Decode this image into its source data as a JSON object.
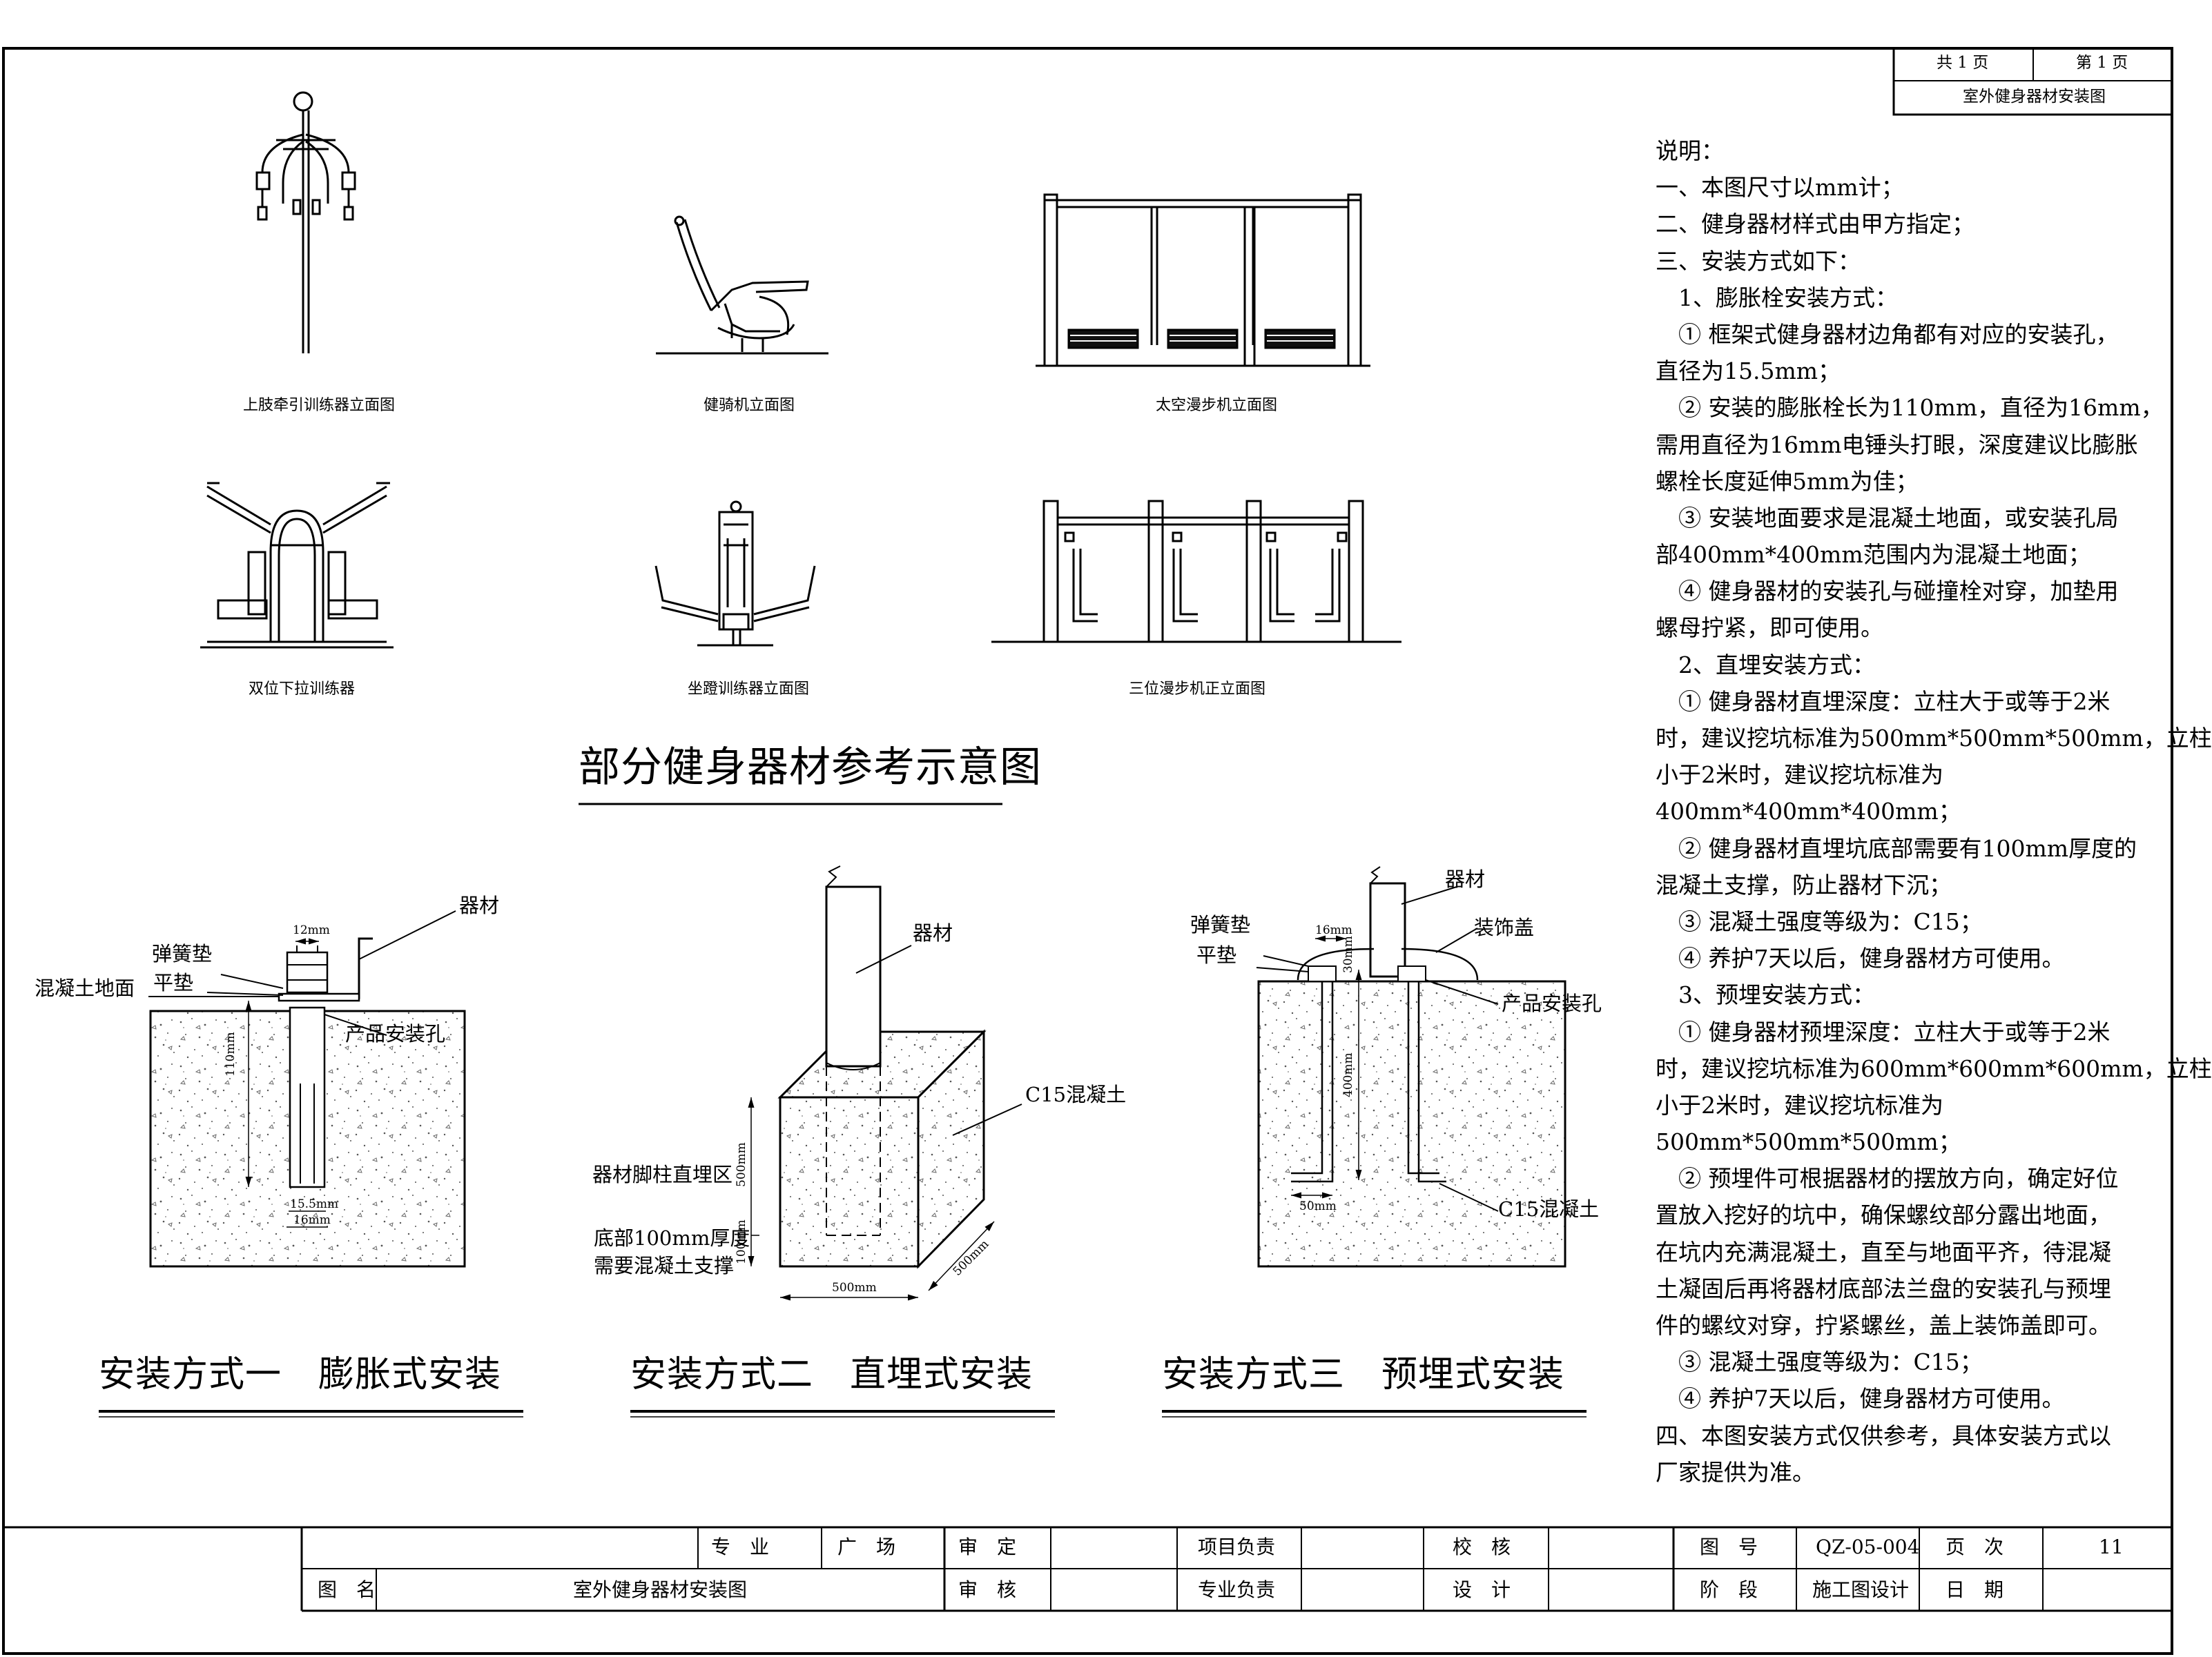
{
  "sheet_info": {
    "total_pages": "共 1 页",
    "page_no": "第 1 页",
    "drawing_title": "室外健身器材安装图"
  },
  "equipment": {
    "captions": [
      "上肢牵引训练器立面图",
      "健骑机立面图",
      "太空漫步机立面图",
      "双位下拉训练器",
      "坐蹬训练器立面图",
      "三位漫步机正立面图"
    ],
    "section_title": "部分健身器材参考示意图"
  },
  "methods": {
    "m1": {
      "title": "安装方式一　膨胀式安装",
      "labels": {
        "equipment": "器材",
        "spring_washer": "弹簧垫",
        "flat_washer": "平垫",
        "ground": "混凝土地面",
        "hole": "产品安装孔"
      },
      "dims": {
        "d1": "12mm",
        "d2": "110mm",
        "d3": "15.5mm",
        "d4": "16mm"
      }
    },
    "m2": {
      "title": "安装方式二　直埋式安装",
      "labels": {
        "equipment": "器材",
        "concrete": "C15混凝土",
        "zone": "器材脚柱直埋区",
        "bottom1": "底部100mm厚度",
        "bottom2": "需要混凝土支撑"
      },
      "dims": {
        "d1": "500mm",
        "d2": "100mm",
        "d3": "500mm",
        "d4": "500mm"
      }
    },
    "m3": {
      "title": "安装方式三　预埋式安装",
      "labels": {
        "equipment": "器材",
        "spring_washer": "弹簧垫",
        "flat_washer": "平垫",
        "cover": "装饰盖",
        "hole": "产品安装孔",
        "concrete": "C15混凝土"
      },
      "dims": {
        "d1": "16mm",
        "d2": "30mm",
        "d3": "400mm",
        "d4": "50mm"
      }
    }
  },
  "notes": [
    "说明：",
    "一、本图尺寸以mm计；",
    "二、健身器材样式由甲方指定；",
    "三、安装方式如下：",
    "　1、膨胀栓安装方式：",
    "　① 框架式健身器材边角都有对应的安装孔，",
    "直径为15.5mm；",
    "　② 安装的膨胀栓长为110mm，直径为16mm，",
    "需用直径为16mm电锤头打眼，深度建议比膨胀",
    "螺栓长度延伸5mm为佳；",
    "　③ 安装地面要求是混凝土地面，或安装孔局",
    "部400mm*400mm范围内为混凝土地面；",
    "　④ 健身器材的安装孔与碰撞栓对穿，加垫用",
    "螺母拧紧，即可使用。",
    "　2、直埋安装方式：",
    "　① 健身器材直埋深度：立柱大于或等于2米",
    "时，建议挖坑标准为500mm*500mm*500mm，立柱",
    "小于2米时，建议挖坑标准为",
    "400mm*400mm*400mm；",
    "　② 健身器材直埋坑底部需要有100mm厚度的",
    "混凝土支撑，防止器材下沉；",
    "　③ 混凝土强度等级为：C15；",
    "　④ 养护7天以后，健身器材方可使用。",
    "　3、预埋安装方式：",
    "　① 健身器材预埋深度：立柱大于或等于2米",
    "时，建议挖坑标准为600mm*600mm*600mm，立柱",
    "小于2米时，建议挖坑标准为",
    "500mm*500mm*500mm；",
    "　② 预埋件可根据器材的摆放方向，确定好位",
    "置放入挖好的坑中，确保螺纹部分露出地面，",
    "在坑内充满混凝土，直至与地面平齐，待混凝",
    "土凝固后再将器材底部法兰盘的安装孔与预埋",
    "件的螺纹对穿，拧紧螺丝，盖上装饰盖即可。",
    "　③ 混凝土强度等级为：C15；",
    "　④ 养护7天以后，健身器材方可使用。",
    "四、本图安装方式仅供参考，具体安装方式以",
    "厂家提供为准。"
  ],
  "title_block": {
    "zhuanye": "专　业",
    "guangchang": "广　场",
    "shending": "审　定",
    "xiangmu": "项目负责",
    "jiaohe": "校　核",
    "tuhao": "图　号",
    "drawing_no": "QZ-05-004",
    "yeci": "页　次",
    "page": "11",
    "tuming": "图　名",
    "title": "室外健身器材安装图",
    "shenhe": "审　核",
    "zhuanye_fuze": "专业负责",
    "sheji": "设　计",
    "jieduan": "阶　段",
    "stage": "施工图设计",
    "riqi": "日　期"
  }
}
